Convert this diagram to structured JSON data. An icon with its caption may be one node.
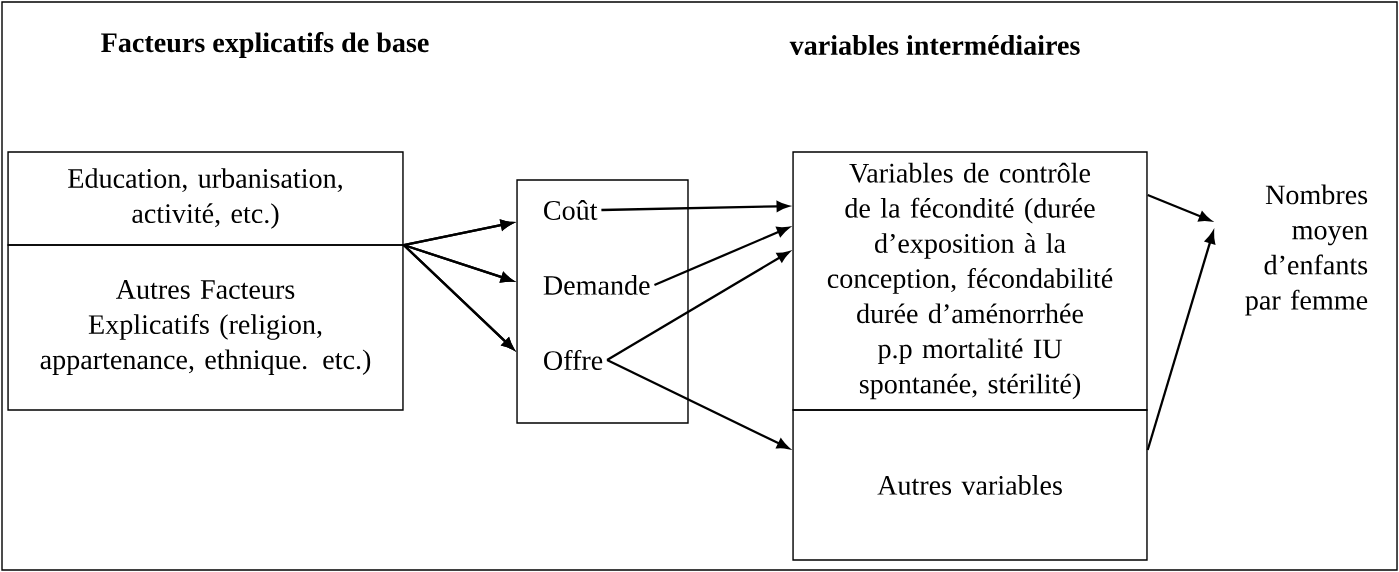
{
  "diagram": {
    "nodes": [
      {
        "text": [
          "Education, urbanisation, activité, etc.)"
        ]
      },
      {
        "text": [
          "Autres Facteurs Explicatifs (religion, appartenance, ethnique. etc.)"
        ]
      },
      {
        "text": [],
        "shape": "box"
      },
      {
        "text": [
          "Coût"
        ],
        "in": 2
      },
      {
        "text": [
          "Demande"
        ],
        "in": 2
      },
      {
        "text": [
          "Offre"
        ],
        "in": 2
      },
      {
        "text": [
          "Variables de contrôle de la fécondité (durée d’exposition à la conception, fécondabilité durée d’aménorrhée p.p mortalité IU spontanée, stérilité)"
        ]
      },
      {
        "text": [
          "Autres variables"
        ]
      },
      {
        "text": [
          "Nombres moyen d’enfants par femme"
        ]
      }
    ],
    "edges": [
      {
        "from": 0,
        "to": 3,
        "arrow": "to"
      },
      {
        "from": 0,
        "to": 4,
        "arrow": "to"
      },
      {
        "from": 0,
        "to": 5,
        "arrow": "to"
      },
      {
        "from": 1,
        "to": 3,
        "arrow": "to"
      },
      {
        "from": 1,
        "to": 4,
        "arrow": "to"
      },
      {
        "from": 1,
        "to": 5,
        "arrow": "to"
      },
      {
        "from": 3,
        "to": 6,
        "arrow": "to"
      },
      {
        "from": 4,
        "to": 6,
        "arrow": "to"
      },
      {
        "from": 5,
        "to": 6,
        "arrow": "to"
      },
      {
        "from": 5,
        "to": 7,
        "arrow": "to"
      },
      {
        "from": 6,
        "to": 8,
        "arrow": "to"
      },
      {
        "from": 7,
        "to": 8,
        "arrow": "to"
      }
    ],
    "labels": [
      "Facteurs explicatifs de base",
      "variables intermédiaires"
    ]
  }
}
